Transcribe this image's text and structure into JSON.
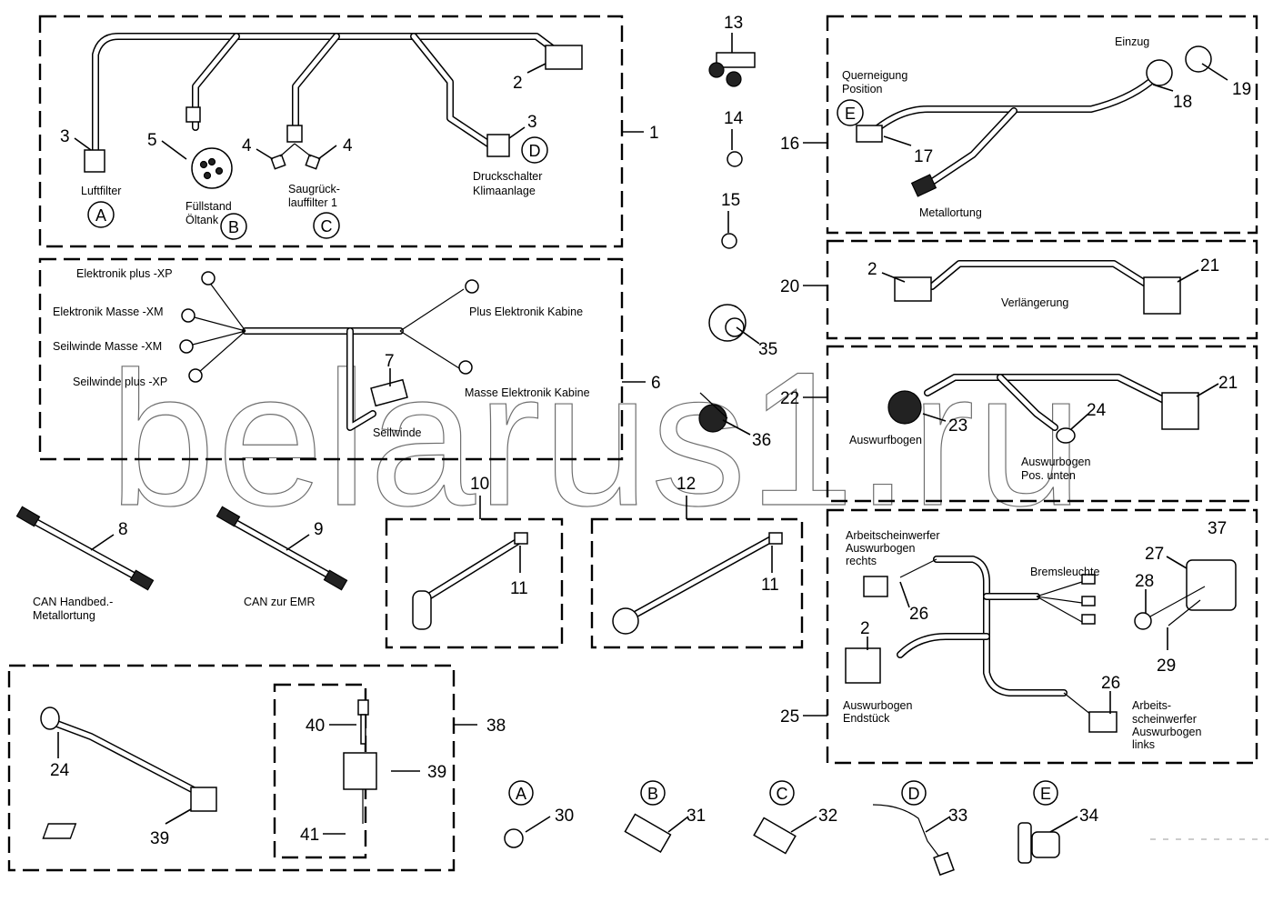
{
  "watermark": "belarus1.ru",
  "groups": [
    {
      "id": "1",
      "labels": [
        "Luftfilter",
        "Füllstand",
        "Öltank",
        "Saugrück-",
        "lauffilter 1",
        "Druckschalter",
        "Klimaanlage"
      ],
      "callouts": [
        "3",
        "5",
        "4",
        "4",
        "2",
        "3"
      ],
      "letters": [
        "A",
        "B",
        "C",
        "D"
      ]
    },
    {
      "id": "6",
      "labels": [
        "Elektronik plus -XP",
        "Elektronik Masse -XM",
        "Seilwinde Masse -XM",
        "Seilwinde plus -XP",
        "Plus Elektronik Kabine",
        "Masse Elektronik Kabine",
        "Seilwinde"
      ],
      "callouts": [
        "7"
      ]
    },
    {
      "id": "16",
      "labels": [
        "Querneigung",
        "Position",
        "Einzug",
        "Metallortung"
      ],
      "callouts": [
        "17",
        "18",
        "19"
      ],
      "letters": [
        "E"
      ]
    },
    {
      "id": "20",
      "labels": [
        "Verlängerung"
      ],
      "callouts": [
        "2",
        "21"
      ]
    },
    {
      "id": "22",
      "labels": [
        "Auswurfbogen",
        "Auswurbogen",
        "Pos. unten"
      ],
      "callouts": [
        "23",
        "24",
        "21"
      ]
    },
    {
      "id": "25",
      "labels": [
        "Arbeitscheinwerfer",
        "Auswurbogen",
        "rechts",
        "Bremsleuchte",
        "Auswurbogen",
        "Endstück",
        "Arbeits-",
        "scheinwerfer",
        "Auswurbogen",
        "links"
      ],
      "callouts": [
        "26",
        "2",
        "26",
        "27",
        "28",
        "29",
        "37"
      ]
    },
    {
      "id": "10",
      "callouts": [
        "11"
      ]
    },
    {
      "id": "12",
      "callouts": [
        "11"
      ]
    },
    {
      "id": "38",
      "callouts": [
        "24",
        "39",
        "40",
        "39",
        "41"
      ]
    }
  ],
  "loose_parts": [
    {
      "num": "8",
      "label1": "CAN Handbed.-",
      "label2": "Metallortung"
    },
    {
      "num": "9",
      "label1": "CAN zur EMR",
      "label2": ""
    },
    {
      "num": "13"
    },
    {
      "num": "14"
    },
    {
      "num": "15"
    },
    {
      "num": "35"
    },
    {
      "num": "36"
    }
  ],
  "sensors": [
    {
      "letter": "A",
      "num": "30"
    },
    {
      "letter": "B",
      "num": "31"
    },
    {
      "letter": "C",
      "num": "32"
    },
    {
      "letter": "D",
      "num": "33"
    },
    {
      "letter": "E",
      "num": "34"
    }
  ]
}
